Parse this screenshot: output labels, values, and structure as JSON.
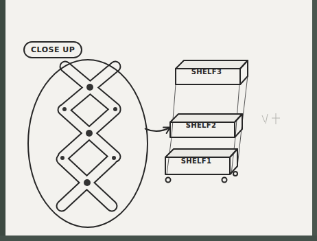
{
  "diagram": {
    "nodes": [
      {
        "text": [
          "CLOSE UP"
        ]
      },
      {
        "text": [
          "SHELF3"
        ]
      },
      {
        "text": [
          "SHELF2"
        ]
      },
      {
        "text": [
          "SHELF1"
        ]
      }
    ],
    "edges": [
      {
        "from": 0,
        "to": 2,
        "arrow": "to"
      }
    ]
  }
}
